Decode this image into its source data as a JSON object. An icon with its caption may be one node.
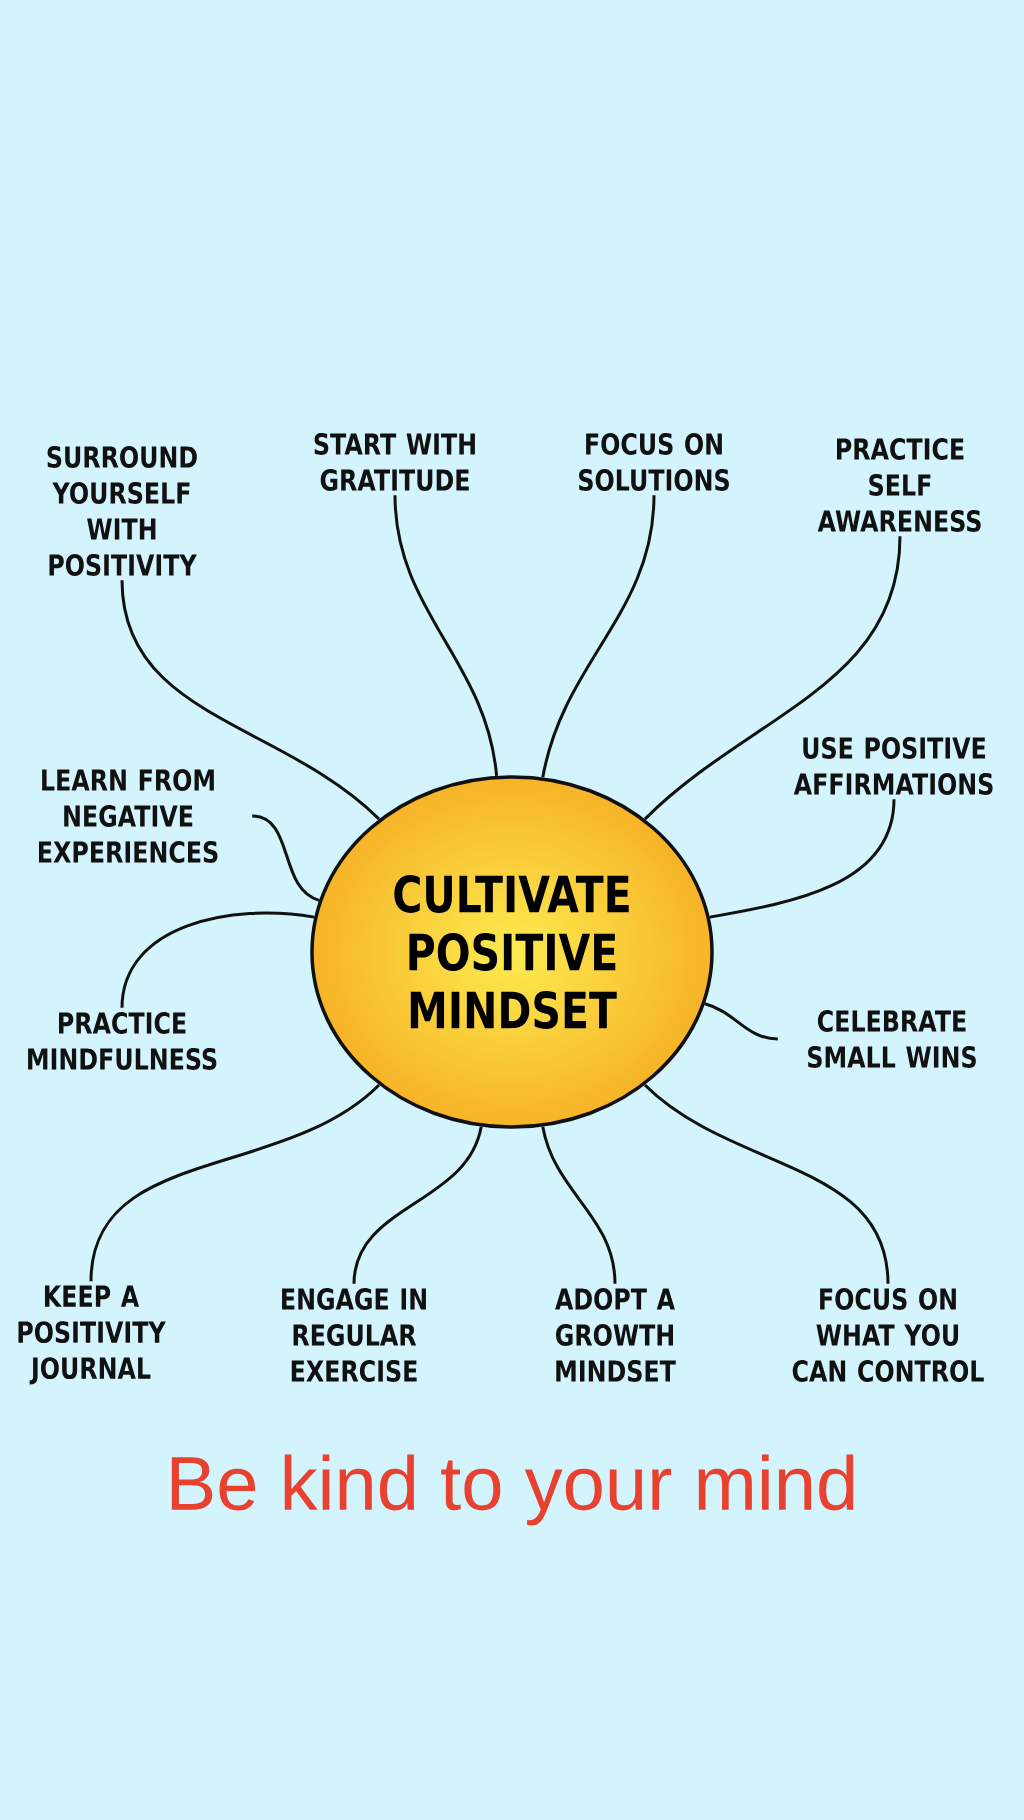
{
  "diagram": {
    "caption": "Be kind to your mind",
    "nodes": [
      {
        "text": [
          "CULTIVATE POSITIVE MINDSET"
        ]
      },
      {
        "text": [
          "SURROUND YOURSELF WITH POSITIVITY"
        ]
      },
      {
        "text": [
          "START WITH GRATITUDE"
        ]
      },
      {
        "text": [
          "FOCUS ON SOLUTIONS"
        ]
      },
      {
        "text": [
          "PRACTICE SELF AWARENESS"
        ]
      },
      {
        "text": [
          "USE POSITIVE AFFIRMATIONS"
        ]
      },
      {
        "text": [
          "CELEBRATE SMALL WINS"
        ]
      },
      {
        "text": [
          "FOCUS ON WHAT YOU CAN CONTROL"
        ]
      },
      {
        "text": [
          "ADOPT A GROWTH MINDSET"
        ]
      },
      {
        "text": [
          "ENGAGE IN REGULAR EXERCISE"
        ]
      },
      {
        "text": [
          "KEEP A POSITIVITY JOURNAL"
        ]
      },
      {
        "text": [
          "PRACTICE MINDFULNESS"
        ]
      },
      {
        "text": [
          "LEARN FROM NEGATIVE EXPERIENCES"
        ]
      }
    ],
    "edges": [
      {
        "from": 0,
        "to": 1,
        "arrow": "none"
      },
      {
        "from": 0,
        "to": 2,
        "arrow": "none"
      },
      {
        "from": 0,
        "to": 3,
        "arrow": "none"
      },
      {
        "from": 0,
        "to": 4,
        "arrow": "none"
      },
      {
        "from": 0,
        "to": 5,
        "arrow": "none"
      },
      {
        "from": 0,
        "to": 6,
        "arrow": "none"
      },
      {
        "from": 0,
        "to": 7,
        "arrow": "none"
      },
      {
        "from": 0,
        "to": 8,
        "arrow": "none"
      },
      {
        "from": 0,
        "to": 9,
        "arrow": "none"
      },
      {
        "from": 0,
        "to": 10,
        "arrow": "none"
      },
      {
        "from": 0,
        "to": 11,
        "arrow": "none"
      },
      {
        "from": 0,
        "to": 12,
        "arrow": "none"
      }
    ]
  }
}
